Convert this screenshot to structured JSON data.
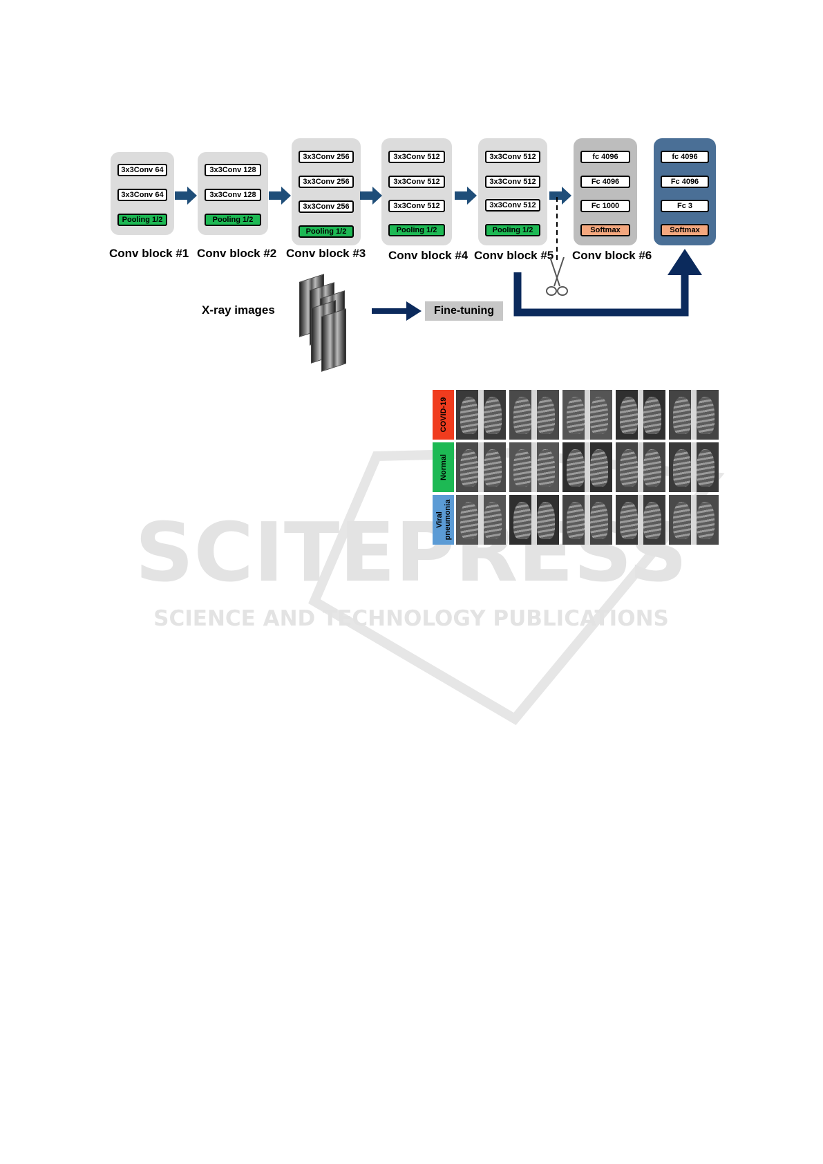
{
  "blocks": [
    {
      "label": "Conv block #1",
      "layers": [
        "3x3Conv 64",
        "3x3Conv 64",
        "Pooling 1/2"
      ]
    },
    {
      "label": "Conv block #2",
      "layers": [
        "3x3Conv 128",
        "3x3Conv 128",
        "Pooling 1/2"
      ]
    },
    {
      "label": "Conv block #3",
      "layers": [
        "3x3Conv 256",
        "3x3Conv 256",
        "3x3Conv 256",
        "Pooling 1/2"
      ]
    },
    {
      "label": "Conv block #4",
      "layers": [
        "3x3Conv 512",
        "3x3Conv 512",
        "3x3Conv 512",
        "Pooling 1/2"
      ]
    },
    {
      "label": "Conv block #5",
      "layers": [
        "3x3Conv 512",
        "3x3Conv 512",
        "3x3Conv 512",
        "Pooling 1/2"
      ]
    },
    {
      "label": "Conv block #6",
      "layers": [
        "fc 4096",
        "Fc 4096",
        "Fc 1000",
        "Softmax"
      ]
    },
    {
      "label": "",
      "layers": [
        "fc 4096",
        "Fc 4096",
        "Fc 3",
        "Softmax"
      ]
    }
  ],
  "xray_label": "X-ray images",
  "finetune_label": "Fine-tuning",
  "sample_rows": [
    {
      "label": "COVID-19",
      "color": "#f03c1e"
    },
    {
      "label": "Normal",
      "color": "#1db954"
    },
    {
      "label": "Viral pneumonia",
      "color": "#5b9bd5"
    }
  ],
  "watermark": {
    "title": "SCITEPRESS",
    "subtitle": "SCIENCE AND TECHNOLOGY PUBLICATIONS"
  },
  "colors": {
    "arrow": "#1f4e79",
    "dark_arrow": "#0b2a5c",
    "pool": "#1db954",
    "softmax": "#f4a77e",
    "final_block": "#4a6f96"
  }
}
